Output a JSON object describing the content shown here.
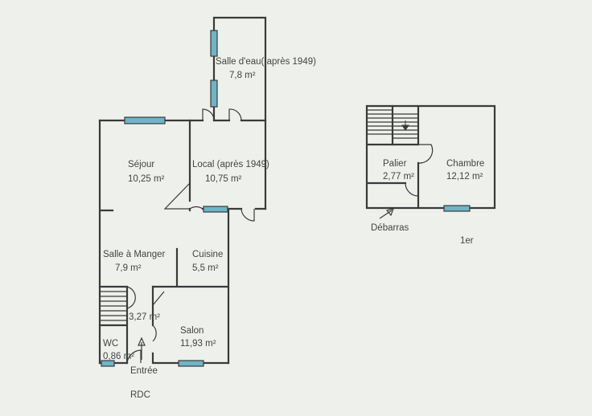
{
  "rdc": {
    "title": "RDC",
    "rooms": {
      "salle_eau": {
        "name": "Salle d'eau( après 1949)",
        "area": "7,8  m²"
      },
      "sejour": {
        "name": "Séjour",
        "area": "10,25  m²"
      },
      "local": {
        "name": "Local (après 1949)",
        "area": "10,75  m²"
      },
      "salle_manger": {
        "name": "Salle à Manger",
        "area": "7,9  m²"
      },
      "cuisine": {
        "name": "Cuisine",
        "area": "5,5  m²"
      },
      "hall": {
        "area": "3,27  m²"
      },
      "salon": {
        "name": "Salon",
        "area": "11,93  m²"
      },
      "wc": {
        "name": "WC",
        "area": "0,86  m²"
      }
    },
    "entrance": "Entrée"
  },
  "etage": {
    "title": "1er",
    "rooms": {
      "palier": {
        "name": "Palier",
        "area": "2,77  m²"
      },
      "chambre": {
        "name": "Chambre",
        "area": "12,12  m²"
      }
    },
    "debarras": "Débarras"
  },
  "colors": {
    "window": "#6fb4c8",
    "wall": "#3a3a3a",
    "paper": "#eef0ec"
  }
}
